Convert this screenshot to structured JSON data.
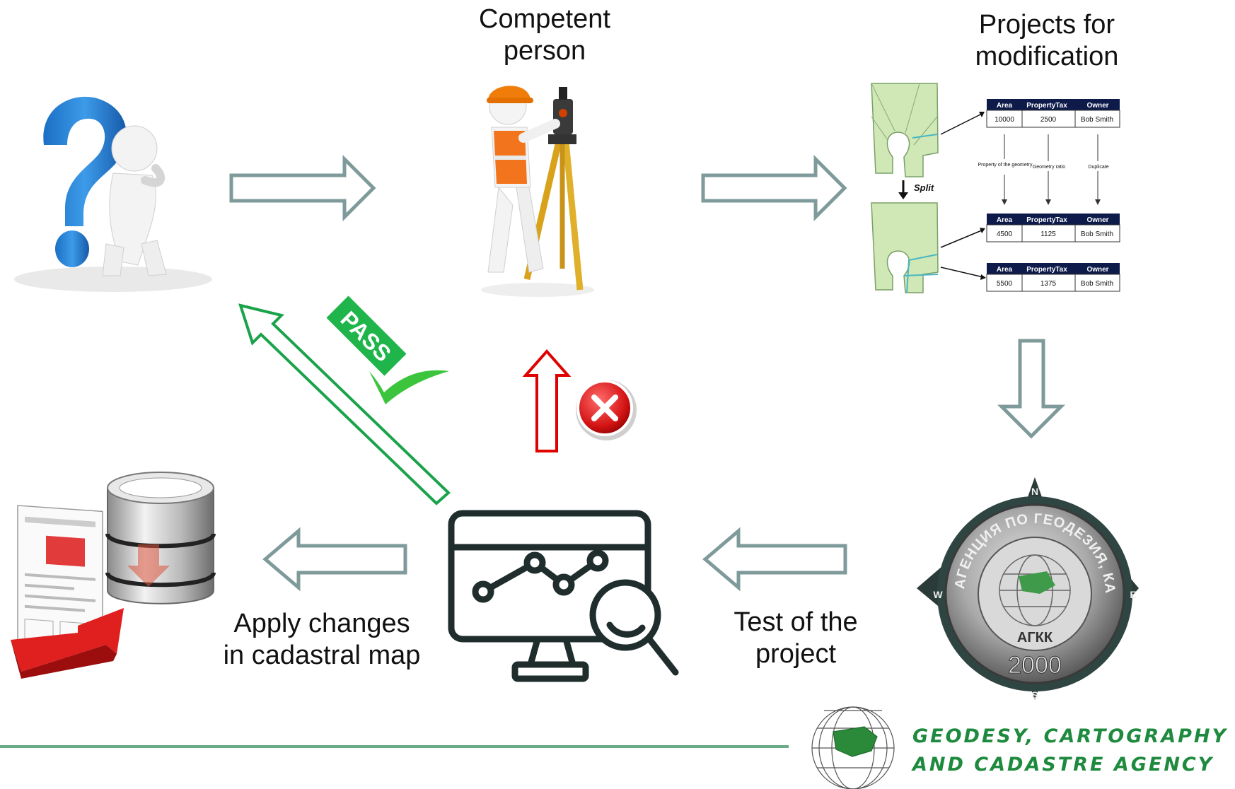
{
  "labels": {
    "competent_person": [
      "Competent",
      "person"
    ],
    "projects": [
      "Projects for",
      "modification"
    ],
    "apply": [
      "Apply changes",
      "in cadastral map"
    ],
    "test": [
      "Test of the",
      "project"
    ]
  },
  "pass_stamp": "PASS",
  "split_label": "Split",
  "tables": {
    "headers": [
      "Area",
      "PropertyTax",
      "Owner"
    ],
    "original": [
      "10000",
      "2500",
      "Bob Smith"
    ],
    "split_a": [
      "4500",
      "1125",
      "Bob Smith"
    ],
    "split_b": [
      "5500",
      "1375",
      "Bob Smith"
    ],
    "relations": [
      "Property of the geometry",
      "Geometry ratio",
      "Duplicate"
    ]
  },
  "seal": {
    "ring_text": "АГЕНЦИЯ ПО ГЕОДЕЗИЯ, КАРТОГРАФИЯ И КАДАСТЪР",
    "abbr": "АГКК",
    "year": "2000",
    "compass": [
      "N",
      "E",
      "S",
      "W"
    ]
  },
  "agency": {
    "line1": "GEODESY, CARTOGRAPHY",
    "line2": "AND CADASTRE AGENCY"
  },
  "colors": {
    "arrow_gray": "#7f9a9a",
    "pass_green": "#1aa34a",
    "fail_red": "#e00000",
    "agency_green": "#1e8a3e",
    "table_header": "#0d1a4a"
  }
}
